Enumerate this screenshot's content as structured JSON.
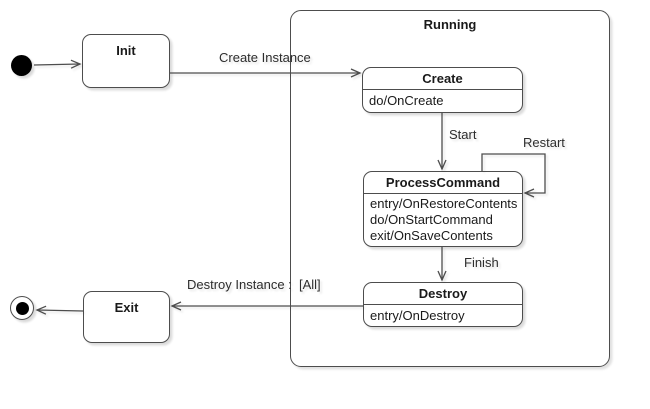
{
  "composite": {
    "title": "Running"
  },
  "states": {
    "init": {
      "title": "Init"
    },
    "create": {
      "title": "Create",
      "activities": [
        "do/OnCreate"
      ]
    },
    "process_command": {
      "title": "ProcessCommand",
      "activities": [
        "entry/OnRestoreContents",
        "do/OnStartCommand",
        "exit/OnSaveContents"
      ]
    },
    "destroy": {
      "title": "Destroy",
      "activities": [
        "entry/OnDestroy"
      ]
    },
    "exit": {
      "title": "Exit"
    }
  },
  "transitions": {
    "create_instance": {
      "label": "Create Instance"
    },
    "start": {
      "label": "Start"
    },
    "restart": {
      "label": "Restart"
    },
    "finish": {
      "label": "Finish"
    },
    "destroy_instance": {
      "label": "Destroy Instance :  [All]"
    }
  },
  "colors": {
    "stroke": "#4d4d4d",
    "text": "#1a1a1a",
    "edge_label_text": "#2d2d2d",
    "state_fill": "#ffffff",
    "background": "#ffffff"
  }
}
